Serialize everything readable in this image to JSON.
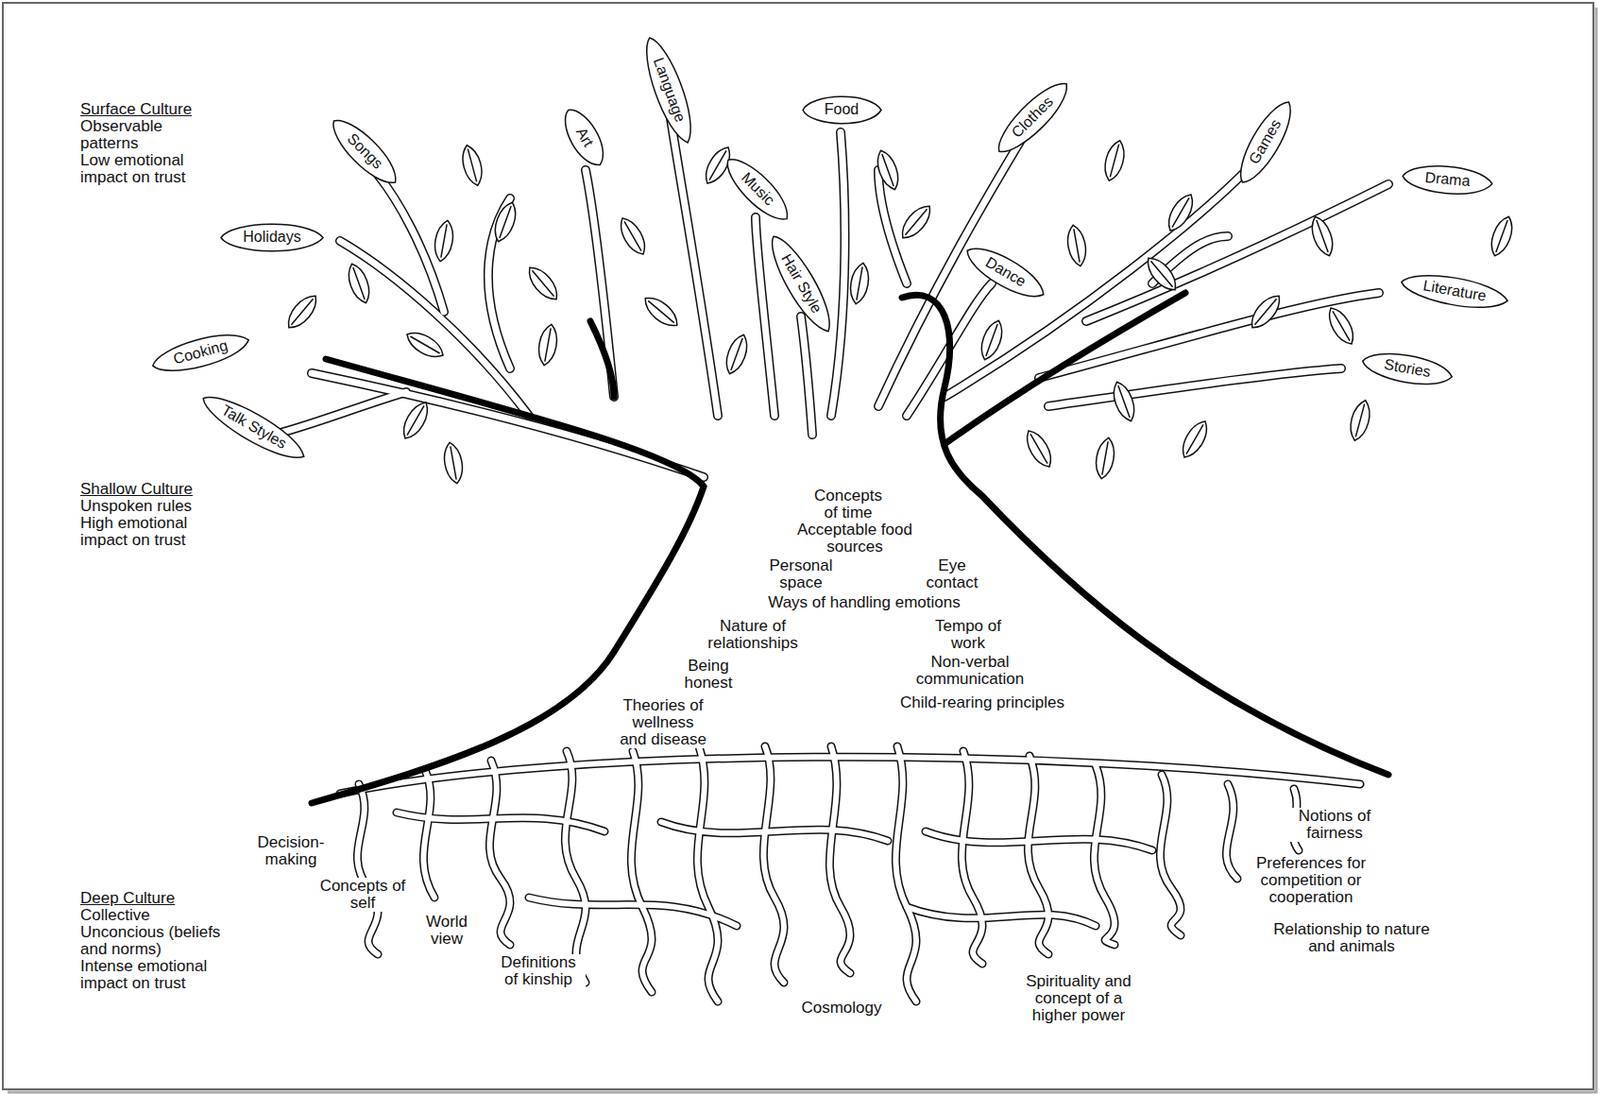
{
  "diagram": {
    "nodes": [
      {
        "text": [
          "Language"
        ]
      },
      {
        "text": [
          "Food"
        ]
      },
      {
        "text": [
          "Clothes"
        ]
      },
      {
        "text": [
          "Songs"
        ]
      },
      {
        "text": [
          "Art"
        ]
      },
      {
        "text": [
          "Games"
        ]
      },
      {
        "text": [
          "Drama"
        ]
      },
      {
        "text": [
          "Holidays"
        ]
      },
      {
        "text": [
          "Music"
        ]
      },
      {
        "text": [
          "Hair Style"
        ]
      },
      {
        "text": [
          "Dance"
        ]
      },
      {
        "text": [
          "Literature"
        ]
      },
      {
        "text": [
          "Cooking"
        ]
      },
      {
        "text": [
          "Stories"
        ]
      },
      {
        "text": [
          "Talk Styles"
        ]
      }
    ],
    "labels": [
      "Surface Culture",
      "Observable patterns",
      "Low emotional impact on trust",
      "Shallow Culture",
      "Unspoken rules",
      "High emotional impact on trust",
      "Concepts of time",
      "Acceptable food sources",
      "Personal space",
      "Eye contact",
      "Ways of handling emotions",
      "Nature of relationships",
      "Tempo of work",
      "Non-verbal communication",
      "Being honest",
      "Child-rearing principles",
      "Theories of wellness and disease",
      "Decision-making",
      "Concepts of self",
      "World view",
      "Definitions of kinship",
      "Cosmology",
      "Spirituality and concept of a higher power",
      "Notions of fairness",
      "Preferences for competition or cooperation",
      "Relationship to nature and animals",
      "Deep Culture",
      "Collective Unconcious (beliefs and norms)",
      "Intense emotional impact on trust"
    ]
  }
}
